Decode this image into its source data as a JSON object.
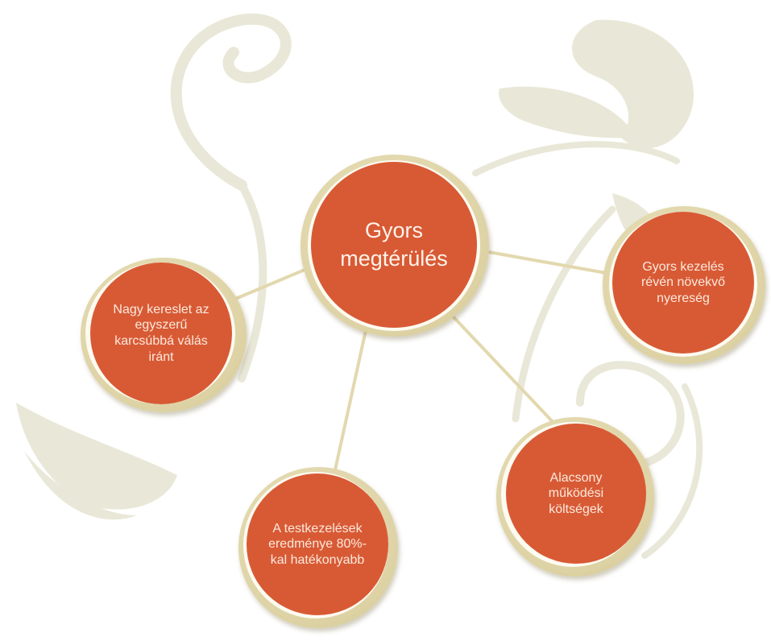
{
  "diagram": {
    "center": {
      "label": "Gyors megtérülés"
    },
    "satellites": [
      {
        "id": "left",
        "label": "Nagy kereslet az egyszerű karcsúbbá válás iránt"
      },
      {
        "id": "right",
        "label": "Gyors kezelés révén növekvő nyereség"
      },
      {
        "id": "bottom-left",
        "label": "A testkezelések eredménye 80%-kal hatékonyabb"
      },
      {
        "id": "bottom-right",
        "label": "Alacsony működési költségek"
      }
    ]
  },
  "colors": {
    "disc": "#d85a35",
    "ring": "#ddd2a4",
    "connector": "#e3d8ae",
    "background_ornament": "#ebeadb",
    "text": "#fbe9dc"
  }
}
